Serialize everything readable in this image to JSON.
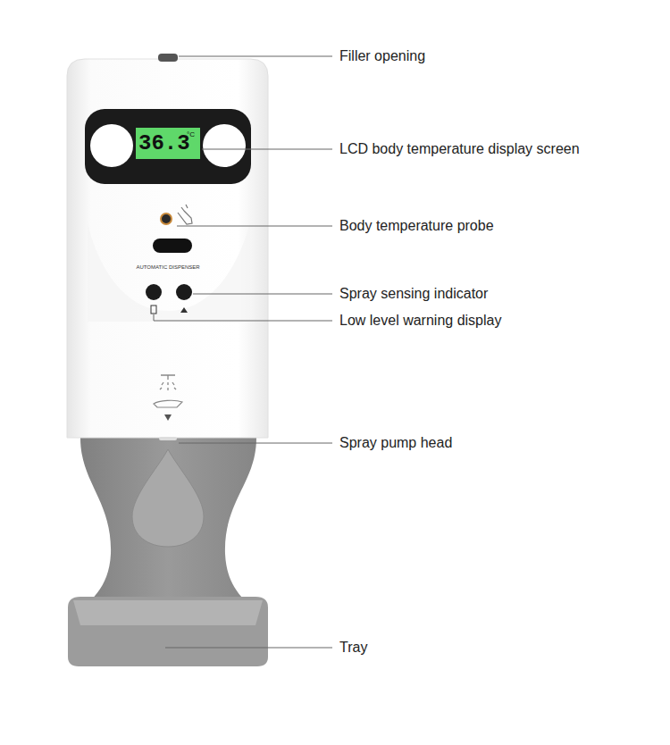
{
  "diagram": {
    "labels": [
      "Filler opening",
      "36.3",
      "°C",
      "LCD body temperature display screen",
      "Body temperature probe",
      "AUTOMATIC DISPENSER",
      "Spray sensing indicator",
      "Low level warning display",
      "Spray pump head",
      "Tray"
    ]
  }
}
